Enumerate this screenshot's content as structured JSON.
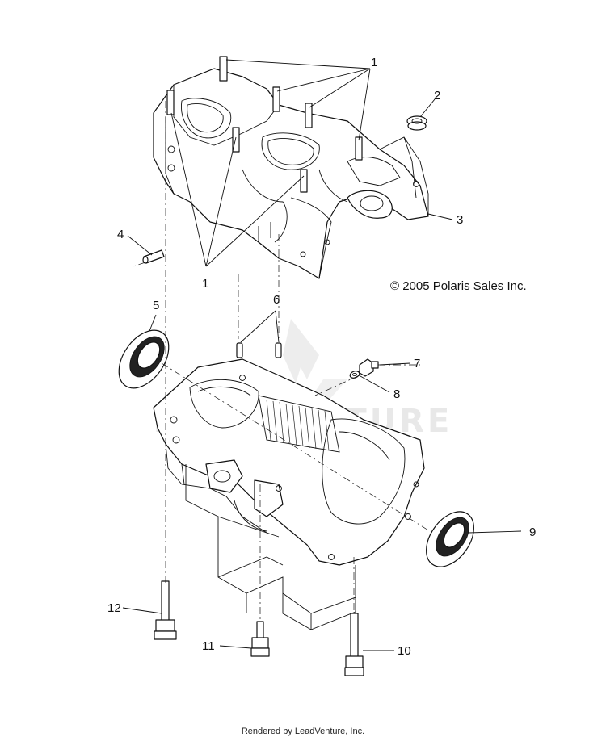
{
  "diagram": {
    "callouts": [
      {
        "id": "1",
        "label": "1"
      },
      {
        "id": "1b",
        "label": "1"
      },
      {
        "id": "2",
        "label": "2"
      },
      {
        "id": "3",
        "label": "3"
      },
      {
        "id": "4",
        "label": "4"
      },
      {
        "id": "5",
        "label": "5"
      },
      {
        "id": "6",
        "label": "6"
      },
      {
        "id": "7",
        "label": "7"
      },
      {
        "id": "8",
        "label": "8"
      },
      {
        "id": "9",
        "label": "9"
      },
      {
        "id": "10",
        "label": "10"
      },
      {
        "id": "11",
        "label": "11"
      },
      {
        "id": "12",
        "label": "12"
      }
    ],
    "copyright": "© 2005 Polaris Sales Inc.",
    "watermark": "LEADVENTURE"
  },
  "footer": {
    "text": "Rendered by LeadVenture, Inc."
  }
}
